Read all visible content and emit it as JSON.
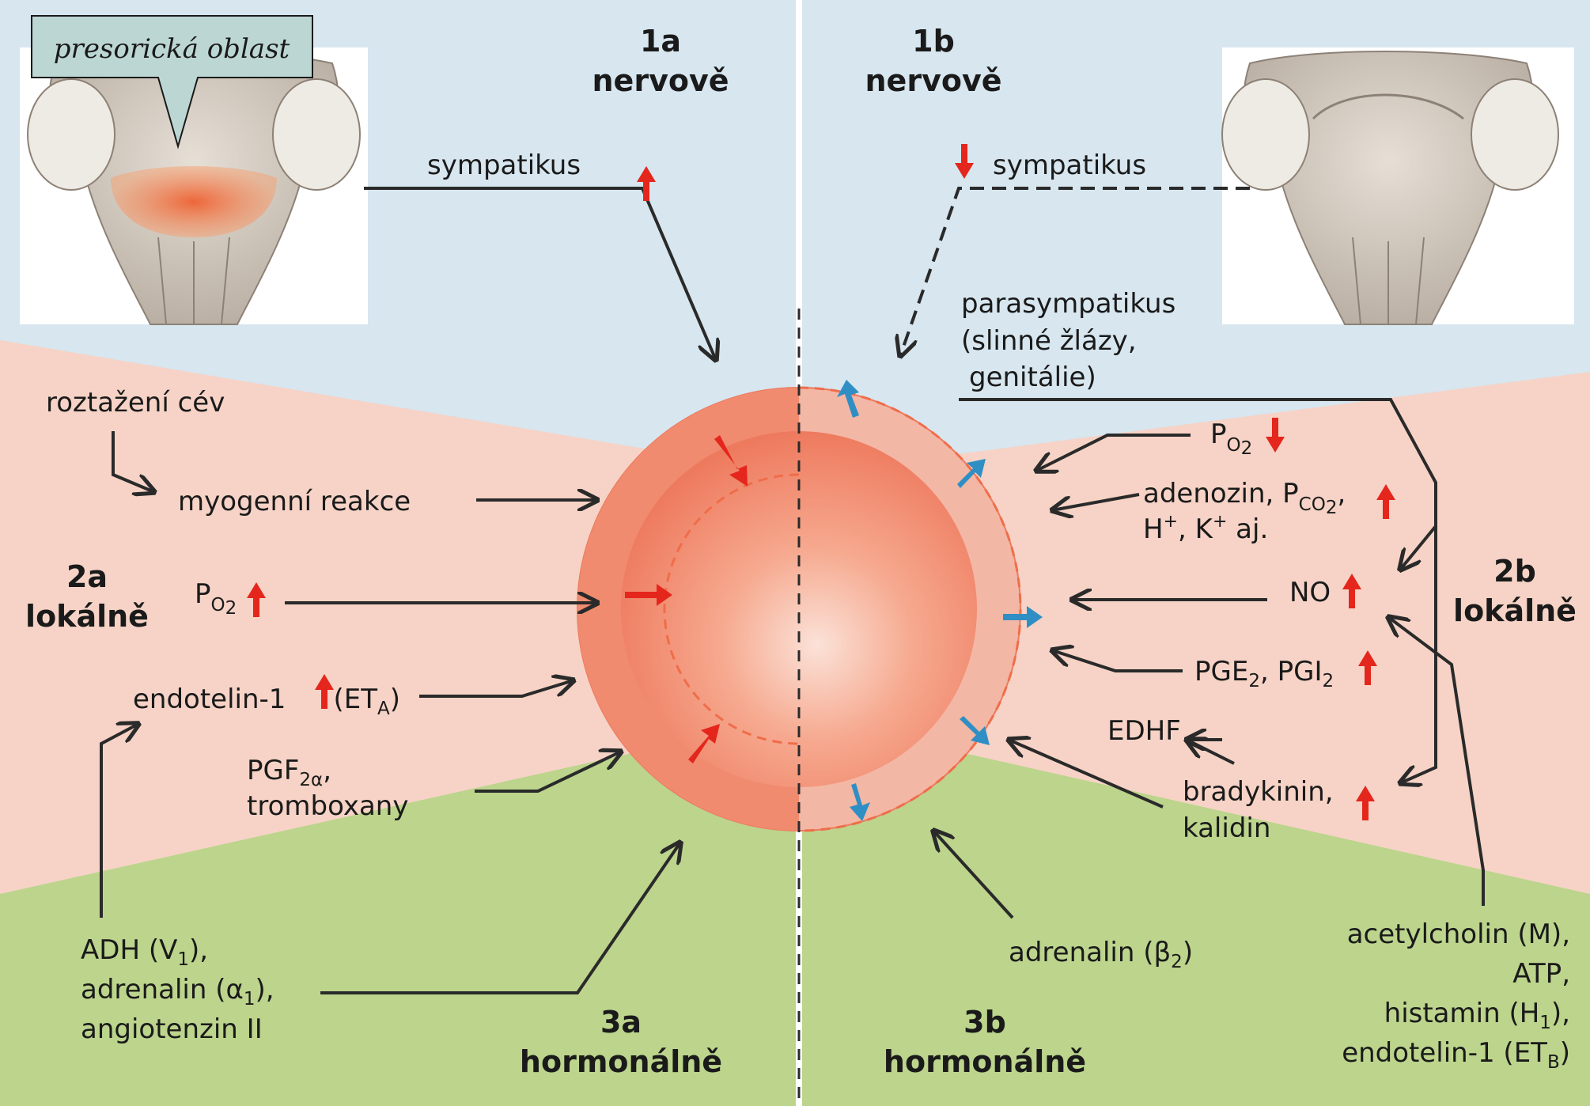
{
  "callout": "presorická oblast",
  "sections": {
    "s1a": {
      "num": "1a",
      "word": "nervově"
    },
    "s1b": {
      "num": "1b",
      "word": "nervově"
    },
    "s2a": {
      "num": "2a",
      "word": "lokálně"
    },
    "s2b": {
      "num": "2b",
      "word": "lokálně"
    },
    "s3a": {
      "num": "3a",
      "word": "hormonálně"
    },
    "s3b": {
      "num": "3b",
      "word": "hormonálně"
    }
  },
  "left": {
    "sympatikus": "sympatikus",
    "roztazeni": "roztažení cév",
    "myogenni": "myogenní reakce",
    "po2_p": "P",
    "po2_sub": "O",
    "po2_sub2": "2",
    "endotelin_a": "endotelin-1",
    "endotelin_a_paren": "(ET",
    "endotelin_a_sub": "A",
    "endotelin_a_close": ")",
    "pgf_main": "PGF",
    "pgf_sub": "2α",
    "pgf_comma": ",",
    "tromboxany": "tromboxany",
    "adh_main": "ADH (V",
    "adh_sub": "1",
    "adh_close": "),",
    "adrenalin_a1_main": "adrenalin (α",
    "adrenalin_a1_sub": "1",
    "adrenalin_a1_close": "),",
    "angiotenzin": "angiotenzin II"
  },
  "right": {
    "sympatikus": "sympatikus",
    "parasym1": "parasympatikus",
    "parasym2": "(slinné žlázy,",
    "parasym3": "genitálie)",
    "po2_p": "P",
    "po2_sub": "O",
    "po2_sub2": "2",
    "adenozin_main": "adenozin, P",
    "adenozin_sub": "CO",
    "adenozin_sub2": "2",
    "adenozin_comma": ",",
    "h_main": "H",
    "h_sup": "+",
    "k_main": ", K",
    "k_sup": "+",
    "aj": " aj.",
    "no": "NO",
    "pge_main": "PGE",
    "pge_sub": "2",
    "pgi_main": ", PGI",
    "pgi_sub": "2",
    "edhf": "EDHF",
    "bradykinin": "bradykinin,",
    "kalidin": "kalidin",
    "adrenalin_b2_main": "adrenalin (β",
    "adrenalin_b2_sub": "2",
    "adrenalin_b2_close": ")",
    "acetylcholin": "acetylcholin (M),",
    "atp": "ATP,",
    "histamin_main": "histamin (H",
    "histamin_sub": "1",
    "histamin_close": "),",
    "endotelin_b_main": "endotelin-1 (ET",
    "endotelin_b_sub": "B",
    "endotelin_b_close": ")"
  },
  "arrows": {
    "left_sympatikus": "up",
    "left_po2": "up",
    "left_endotelin": "up",
    "right_sympatikus": "down",
    "right_po2": "down",
    "right_adenozin": "up",
    "right_no": "up",
    "right_pge": "up",
    "right_bradykinin": "up"
  },
  "colors": {
    "sky": "#d7e6ef",
    "pink": "#f6d3c6",
    "green": "#bcd48c",
    "vessel": "#ef8d74",
    "vessel_outer": "#f3b7a5",
    "red_arrow": "#e4261c",
    "blue_arrow": "#2f8fc4"
  }
}
